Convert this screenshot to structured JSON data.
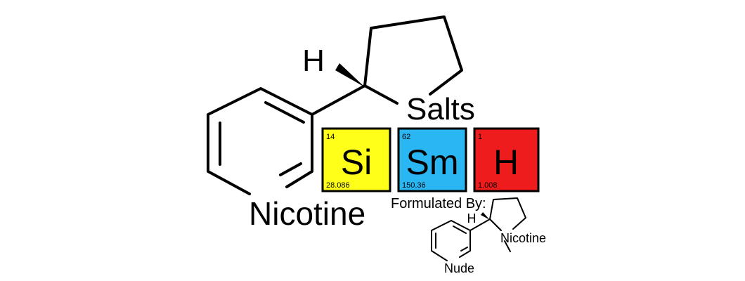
{
  "big_molecule": {
    "h_label": "H",
    "salts_label": "Salts",
    "n_label": "Nicotine"
  },
  "elements": [
    {
      "atomic_number": "14",
      "symbol": "Si",
      "mass": "28.086",
      "color": "#ffff1a"
    },
    {
      "atomic_number": "62",
      "symbol": "Sm",
      "mass": "150.36",
      "color": "#29b6f2"
    },
    {
      "atomic_number": "1",
      "symbol": "H",
      "mass": "1.008",
      "color": "#ee1c1c"
    }
  ],
  "credit": {
    "formulated_by": "Formulated By:"
  },
  "small_molecule": {
    "h_label": "H",
    "n_label": "Nicotine",
    "n2_label": "Nude"
  }
}
